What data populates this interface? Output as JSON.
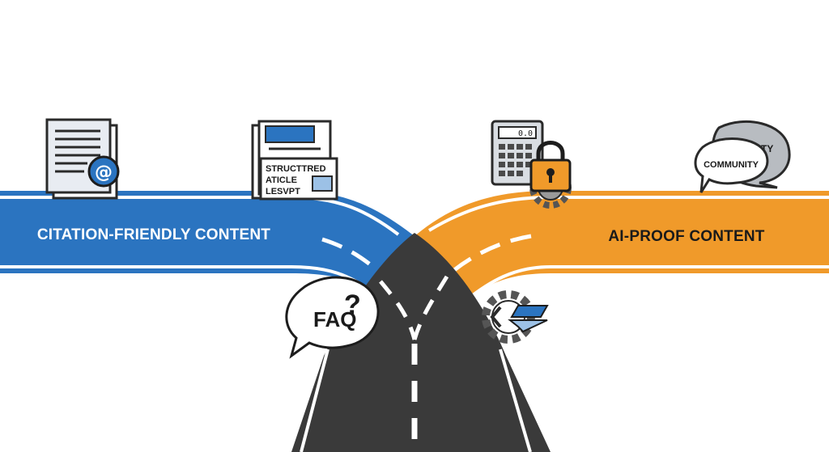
{
  "left_road": {
    "label": "CITATION-FRIENDLY CONTENT",
    "color": "#2b74c0"
  },
  "right_road": {
    "label": "AI-PROOF CONTENT",
    "color": "#f09a2a"
  },
  "center_road": {
    "color": "#3a3a3a"
  },
  "structured_doc": {
    "line1": "STRUCTTRED",
    "line2": "ATICLE",
    "line3": "LESVPT"
  },
  "faq_bubble": {
    "text": "FAQ",
    "mark": "?"
  },
  "calculator": {
    "display": "0.0"
  },
  "community_bubble": {
    "text": "COMMUNITY",
    "back_text": "TY"
  },
  "icons": [
    "document-at-icon",
    "structured-article-icon",
    "faq-bubble-icon",
    "calculator-icon",
    "padlock-icon",
    "gear-icon",
    "community-bubbles-icon",
    "gear-arrow-icon"
  ]
}
